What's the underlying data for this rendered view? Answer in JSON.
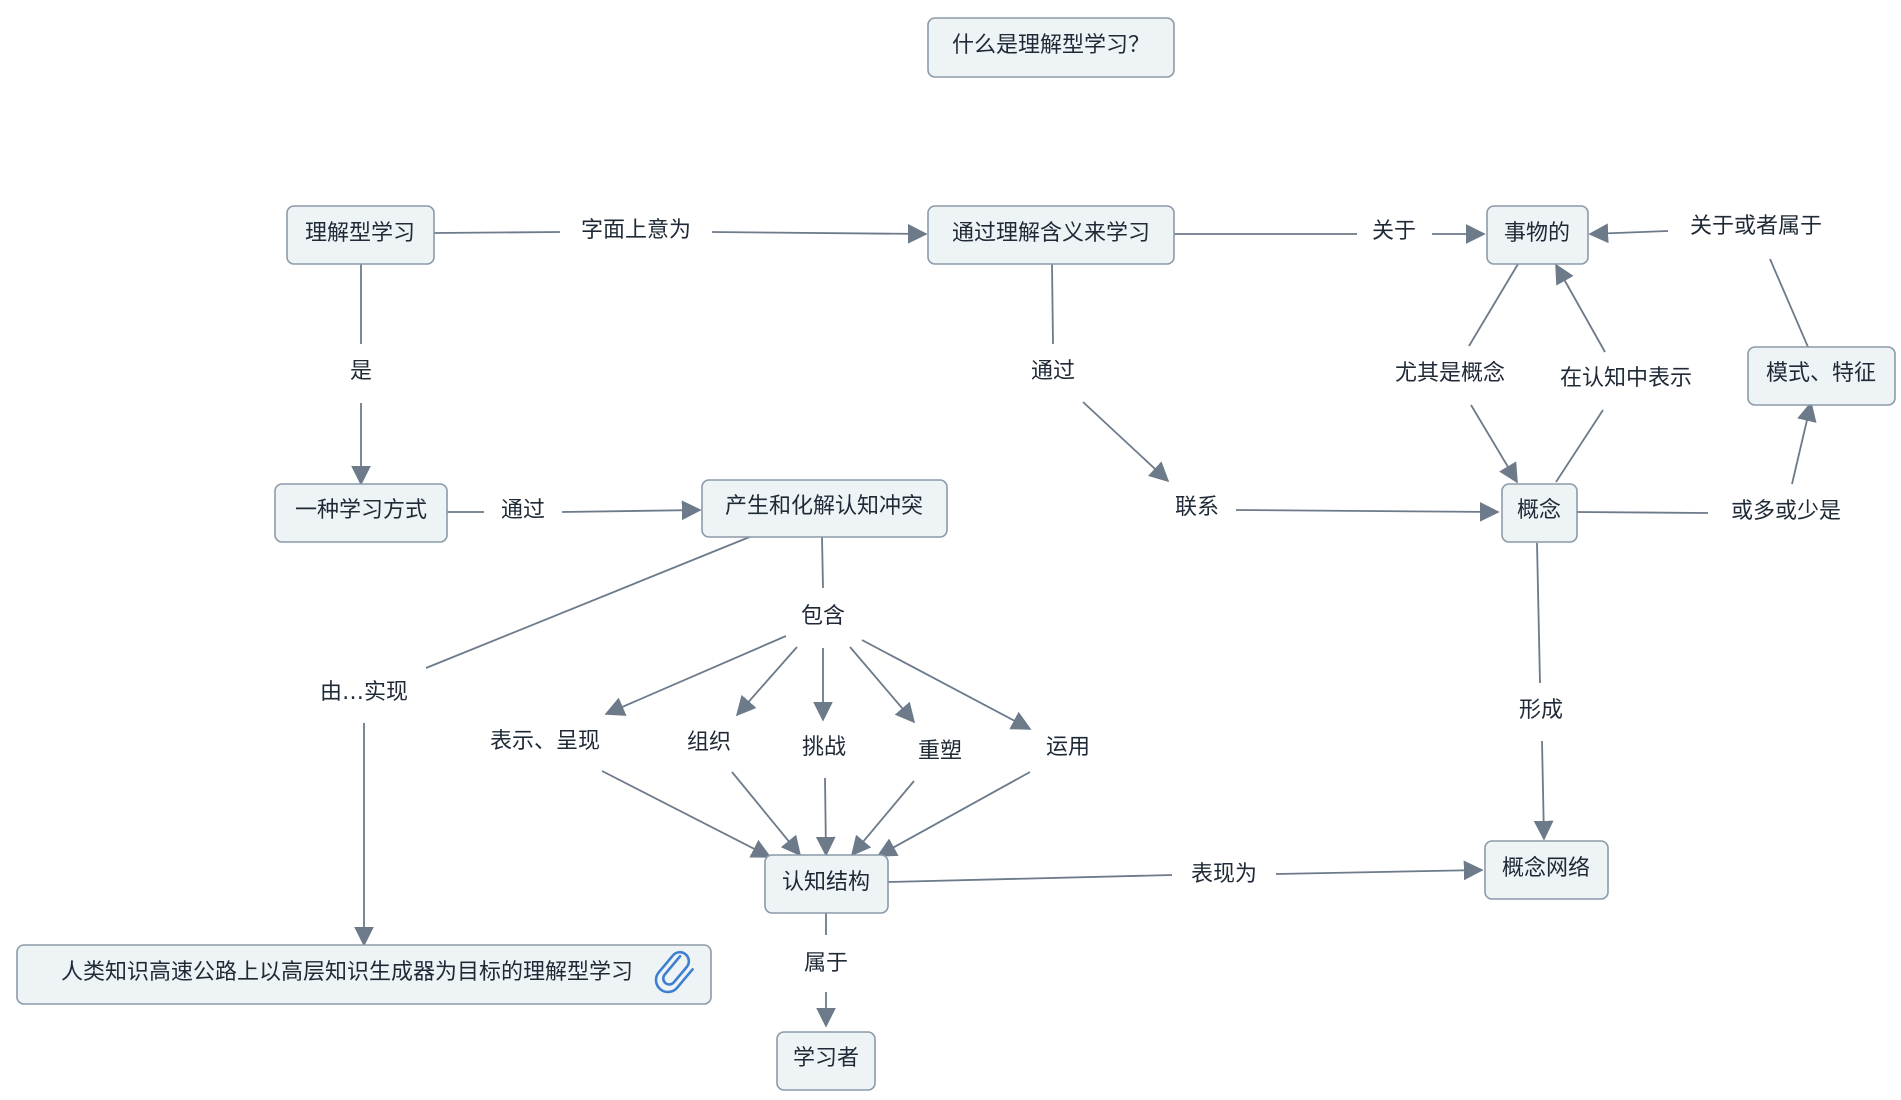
{
  "diagram": {
    "accent_color": "#6c7a89",
    "node_fill": "#eef3f6",
    "node_stroke": "#8c9aa8",
    "nodes": [
      {
        "id": "title",
        "label": "什么是理解型学习？"
      },
      {
        "id": "ljxx",
        "label": "理解型学习"
      },
      {
        "id": "tglj",
        "label": "通过理解含义来学习"
      },
      {
        "id": "swd",
        "label": "事物的"
      },
      {
        "id": "msz",
        "label": "模式、特征"
      },
      {
        "id": "yzxx",
        "label": "一种学习方式"
      },
      {
        "id": "cshj",
        "label": "产生和化解认知冲突"
      },
      {
        "id": "gn",
        "label": "概念"
      },
      {
        "id": "rzjg",
        "label": "认知结构"
      },
      {
        "id": "gnwl",
        "label": "概念网络"
      },
      {
        "id": "rlzs",
        "label": "人类知识高速公路上以高层知识生成器为目标的理解型学习",
        "icon": "paperclip-icon"
      },
      {
        "id": "xxz",
        "label": "学习者"
      }
    ],
    "labels": [
      {
        "id": "l_zmsy",
        "label": "字面上意为"
      },
      {
        "id": "l_gy",
        "label": "关于"
      },
      {
        "id": "l_gyhzsy",
        "label": "关于或者属于"
      },
      {
        "id": "l_shi",
        "label": "是"
      },
      {
        "id": "l_tg1",
        "label": "通过"
      },
      {
        "id": "l_tg2",
        "label": "通过"
      },
      {
        "id": "l_yqsgn",
        "label": "尤其是概念"
      },
      {
        "id": "l_zrzzbs",
        "label": "在认知中表示"
      },
      {
        "id": "l_lx",
        "label": "联系"
      },
      {
        "id": "l_hdhss",
        "label": "或多或少是"
      },
      {
        "id": "l_bh",
        "label": "包含"
      },
      {
        "id": "l_ysx",
        "label": "由…实现"
      },
      {
        "id": "l_bscx",
        "label": "表示、呈现"
      },
      {
        "id": "l_zz",
        "label": "组织"
      },
      {
        "id": "l_tz",
        "label": "挑战"
      },
      {
        "id": "l_cs",
        "label": "重塑"
      },
      {
        "id": "l_yy",
        "label": "运用"
      },
      {
        "id": "l_xc",
        "label": "形成"
      },
      {
        "id": "l_bxw",
        "label": "表现为"
      },
      {
        "id": "l_sy",
        "label": "属于"
      }
    ]
  }
}
